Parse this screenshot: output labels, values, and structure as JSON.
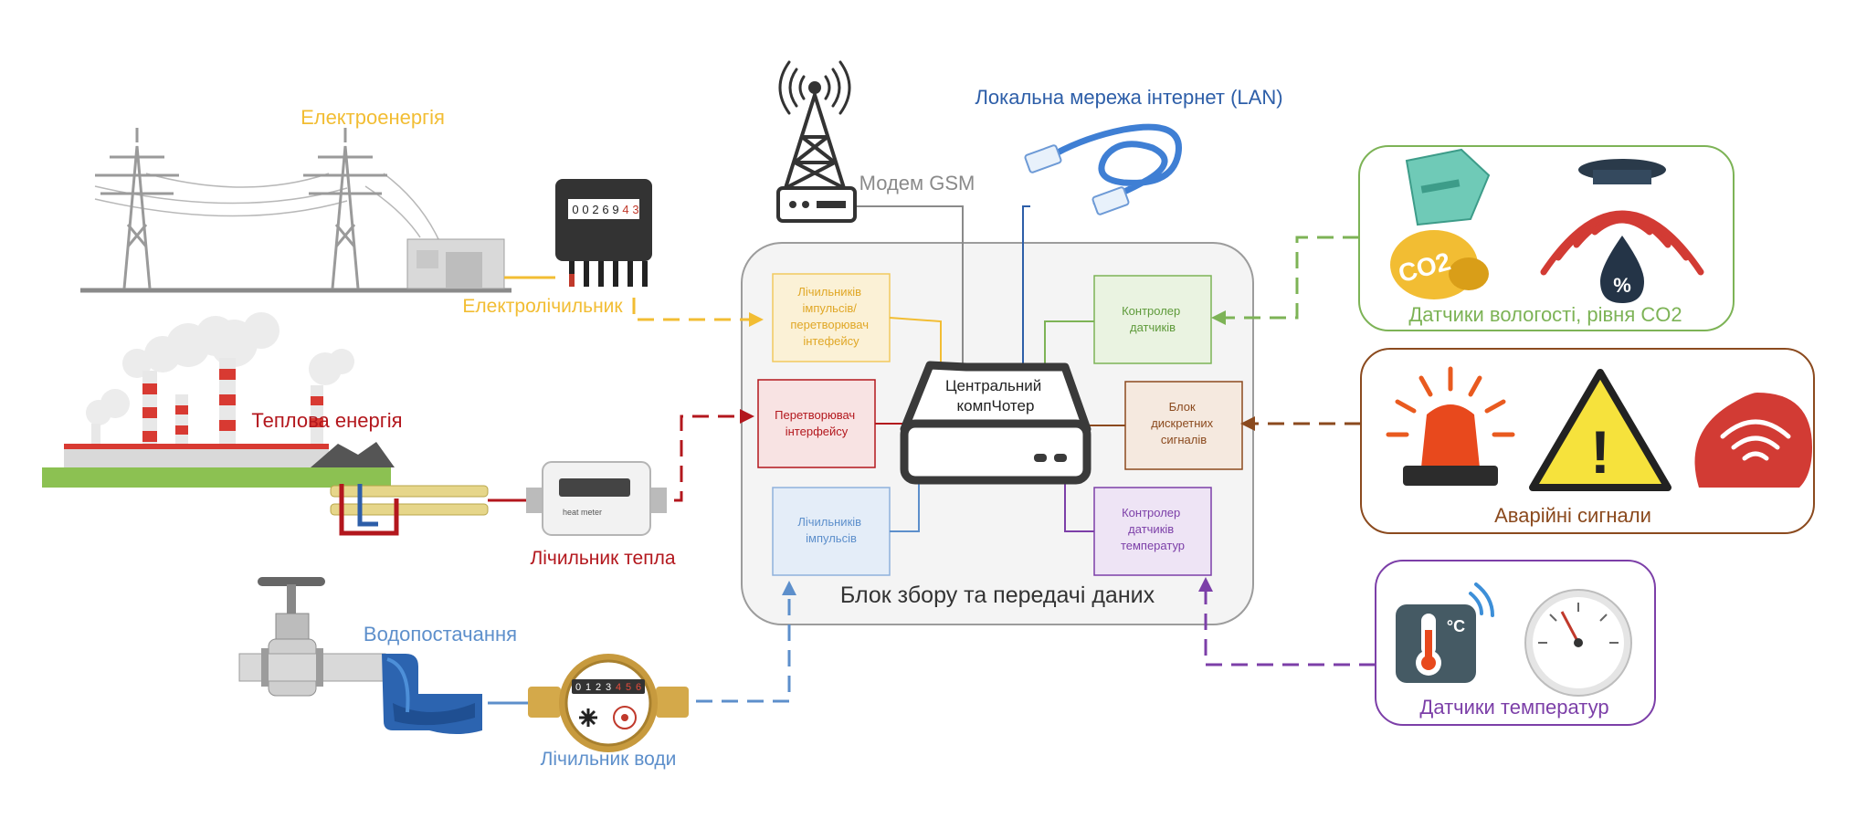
{
  "labels": {
    "electricity": "Електроенергія",
    "electric_meter": "Електролічильник",
    "heat_energy": "Теплова енергія",
    "heat_meter": "Лічильник тепла",
    "water_supply": "Водопостачання",
    "water_meter": "Лічильник води",
    "gsm_modem": "Модем GSM",
    "lan": "Локальна мережа інтернет (LAN)",
    "humidity_co2_sensors": "Датчики вологості, рівня CO2",
    "alarm_signals": "Аварійні сигнали",
    "temperature_sensors": "Датчики температур",
    "data_unit": "Блок збору та передачі даних",
    "central_computer_line1": "Центральний",
    "central_computer_line2": "компЧотер"
  },
  "modules": {
    "pulse_converter": [
      "Лічильників",
      "імпульсів/",
      "перетворювач",
      "інтефейсу"
    ],
    "interface_converter": [
      "Перетворювач",
      "інтерфейсу"
    ],
    "pulse_counters": [
      "Лічильників",
      "імпульсів"
    ],
    "sensor_controller": [
      "Контролер",
      "датчиків"
    ],
    "discrete_signals": [
      "Блок",
      "дискретних",
      "сигналів"
    ],
    "temp_controller": [
      "Контролер",
      "датчиків",
      "температур"
    ]
  },
  "icons": {
    "meter_digits": [
      "0",
      "0",
      "2",
      "6",
      "9",
      "4",
      "3"
    ],
    "heat_meter_caption": "heat meter",
    "water_meter_digits": [
      "0",
      "1",
      "2",
      "3",
      "4",
      "5",
      "6"
    ],
    "co2_text": "CO2",
    "thermo_unit": "°C",
    "humidity_symbol": "%",
    "alarm_symbol": "!"
  },
  "colors": {
    "electricity": "#f2bd33",
    "heat": "#b3171d",
    "water": "#5d8fcb",
    "gsm": "#8a8a8a",
    "lan": "#2d5ea8",
    "green": "#7db356",
    "brown": "#8b4a1e",
    "purple": "#7c3fa8"
  }
}
